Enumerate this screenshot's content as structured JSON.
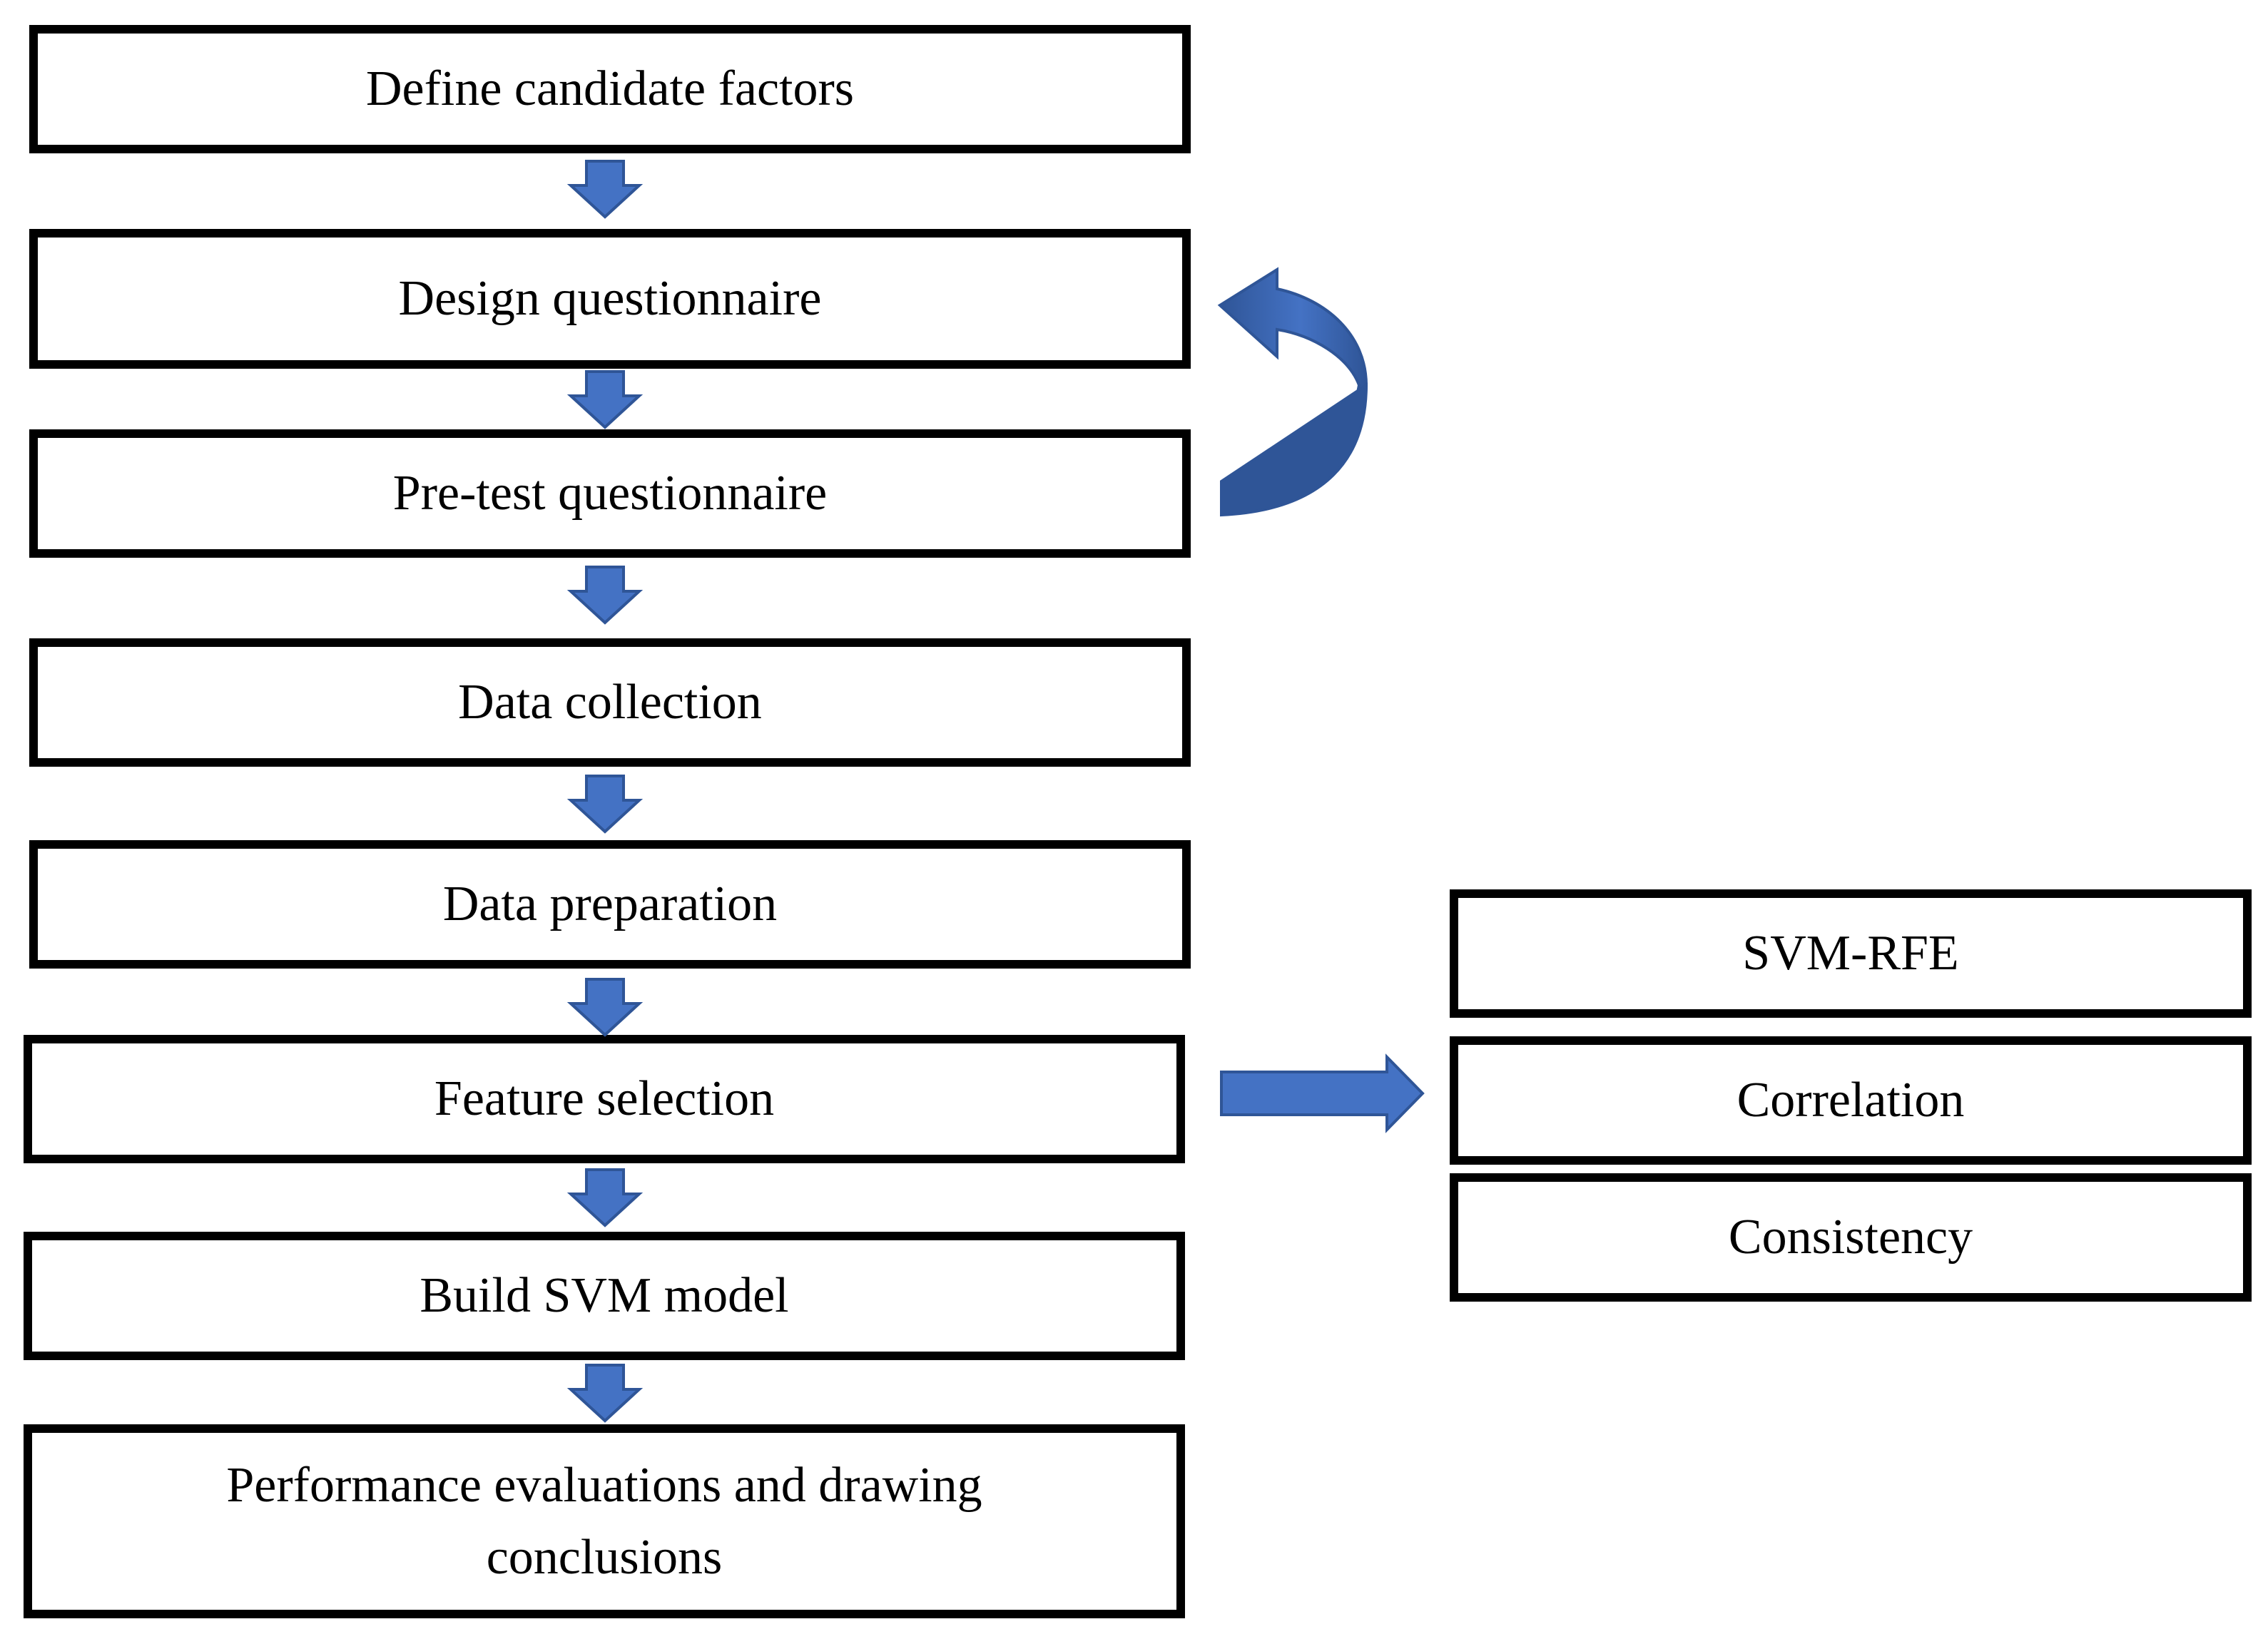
{
  "colors": {
    "arrow_fill": "#4472C4",
    "arrow_stroke": "#2F5597",
    "box_border": "#000000",
    "background": "#ffffff"
  },
  "main_flow": [
    {
      "label": "Define candidate factors"
    },
    {
      "label": "Design questionnaire"
    },
    {
      "label": "Pre-test questionnaire"
    },
    {
      "label": "Data collection"
    },
    {
      "label": "Data preparation"
    },
    {
      "label": "Feature selection"
    },
    {
      "label": "Build SVM model"
    },
    {
      "label": "Performance evaluations and drawing\nconclusions"
    }
  ],
  "feature_selection_methods": [
    {
      "label": "SVM-RFE"
    },
    {
      "label": "Correlation"
    },
    {
      "label": "Consistency"
    }
  ]
}
